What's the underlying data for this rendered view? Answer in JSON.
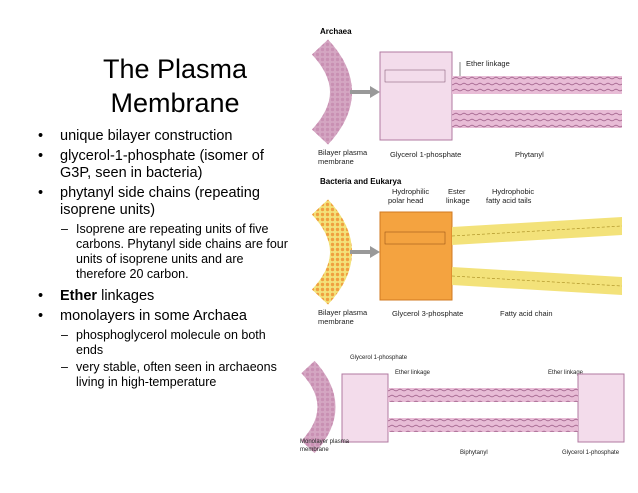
{
  "title_line1": "The Plasma",
  "title_line2": "Membrane",
  "bullets": {
    "b1": "unique bilayer construction",
    "b2": "glycerol-1-phosphate (isomer of G3P, seen in bacteria)",
    "b3": "phytanyl side chains (repeating isoprene units)",
    "b3_sub": "Isoprene are repeating units of five carbons. Phytanyl side chains are four units of isoprene units and are therefore 20 carbon.",
    "b4_bold": "Ether",
    "b4_rest": " linkages",
    "b5": "monolayers in some Archaea",
    "b5_sub1": "phosphoglycerol molecule on both ends",
    "b5_sub2": "very stable, often seen in archaeons living in high-temperature"
  },
  "figure": {
    "archaea_heading": "Archaea",
    "ether_linkage": "Ether linkage",
    "bilayer_label_1": "Bilayer plasma",
    "bilayer_label_2": "membrane",
    "glycerol1p": "Glycerol 1-phosphate",
    "phytanyl": "Phytanyl",
    "bact_heading": "Bacteria and Eukarya",
    "hydrophilic_1": "Hydrophilic",
    "hydrophilic_2": "polar head",
    "ester_1": "Ester",
    "ester_2": "linkage",
    "hydrophobic_1": "Hydrophobic",
    "hydrophobic_2": "fatty acid tails",
    "glycerol3p": "Glycerol 3-phosphate",
    "fatty_acid_chain": "Fatty acid chain",
    "mono_glycerol1p": "Glycerol 1-phosphate",
    "mono_ether1": "Ether linkage",
    "mono_ether2": "Ether linkage",
    "monolayer_1": "Monolayer plasma",
    "monolayer_2": "membrane",
    "biphytanyl": "Biphytanyl",
    "glycerol1p_right": "Glycerol 1-phosphate"
  },
  "colors": {
    "archaea_pink": "#e8bcd6",
    "panel_pink": "#f3dceb",
    "orange": "#f4a340",
    "yellow": "#f3e27a"
  }
}
